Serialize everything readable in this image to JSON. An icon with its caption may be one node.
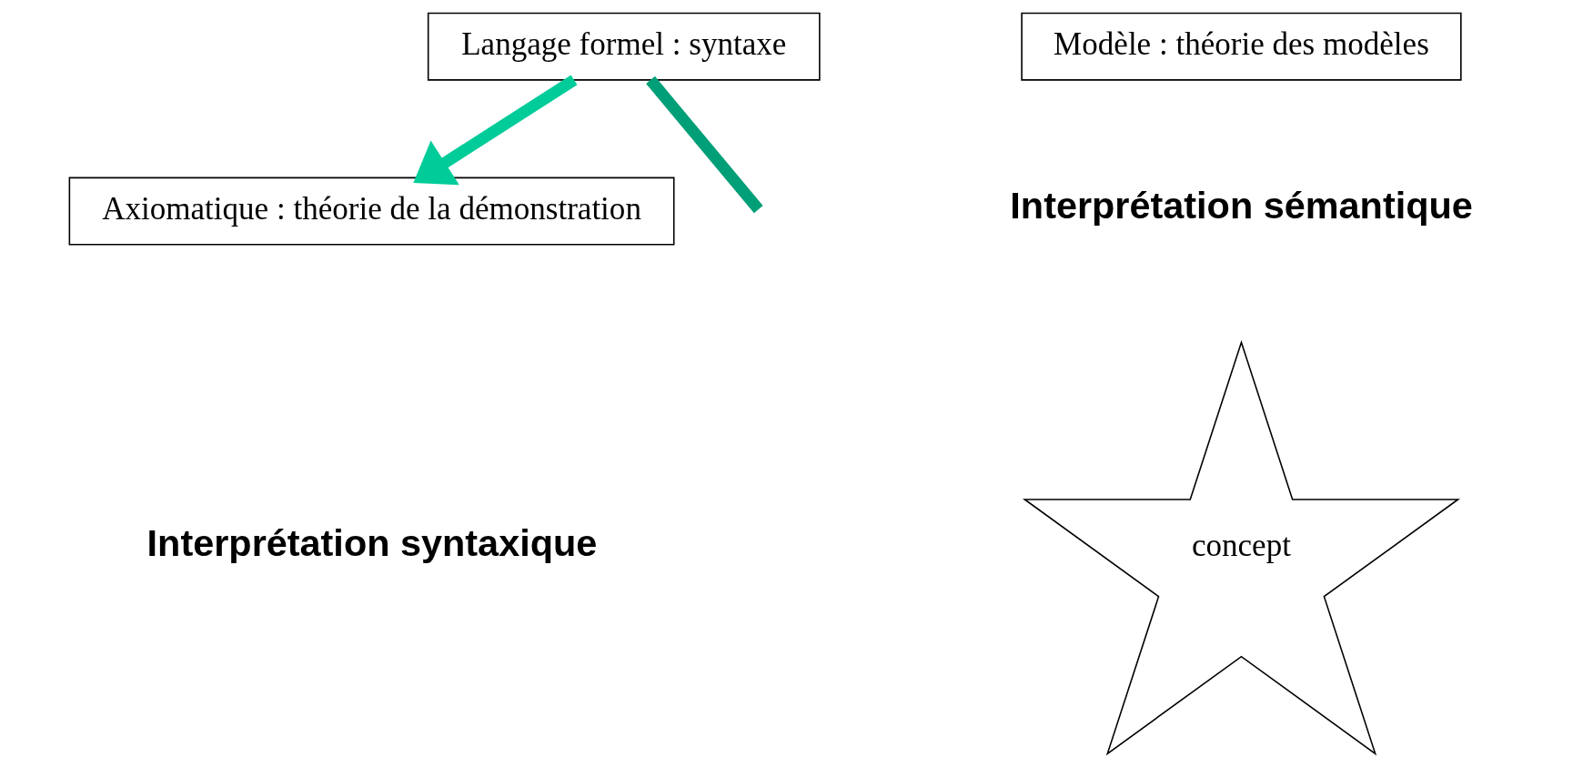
{
  "diagram": {
    "nodes": [
      {
        "text": [
          "Langage formel : syntaxe"
        ]
      },
      {
        "text": [
          "Modèle : théorie des modèles"
        ]
      },
      {
        "text": [
          "Axiomatique : théorie de la démonstration"
        ]
      },
      {
        "text": [
          "concept"
        ]
      }
    ],
    "edges": [
      {
        "from": 0,
        "to": 2,
        "arrow": "to",
        "color": "#00cc99"
      },
      {
        "from": 0,
        "to": null,
        "arrow": "none",
        "color": "#009f77"
      }
    ],
    "labels": [
      "Interprétation sémantique",
      "Interprétation syntaxique"
    ]
  }
}
